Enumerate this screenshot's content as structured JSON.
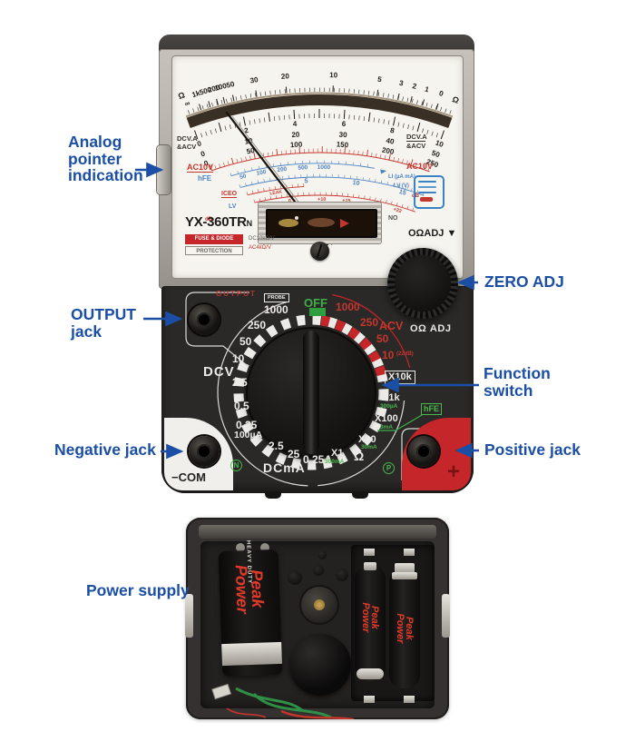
{
  "annotations": {
    "analog_pointer": "Analog\npointer\nindication",
    "output_jack": "OUTPUT\njack",
    "negative_jack": "Negative jack",
    "zero_adj": "ZERO ADJ",
    "function_switch": "Function\nswitch",
    "positive_jack": "Positive jack",
    "power_supply": "Power supply",
    "color": "#1b4fa5"
  },
  "meter": {
    "model": "YX-360TR",
    "model_suffix": "N",
    "badge": {
      "line1": "FUSE & DIODE",
      "line2": "PROTECTION"
    },
    "specs": {
      "dc": "DC10kΩ/V",
      "ac": "AC4kΩ/V"
    },
    "no_label": "NO",
    "ohm_adj_pointer": "OΩADJ",
    "dial": {
      "ohm_labels": [
        "1k",
        "500",
        "200",
        "100",
        "50",
        "30",
        "20",
        "10",
        "5",
        "3",
        "2",
        "1",
        "0"
      ],
      "ohm_unit": "Ω",
      "infinity": "∞",
      "dcv_rows": [
        [
          "0",
          "2",
          "4",
          "6",
          "8",
          "10"
        ],
        [
          "0",
          "10",
          "20",
          "30",
          "40",
          "50"
        ],
        [
          "0",
          "50",
          "100",
          "150",
          "200",
          "250"
        ]
      ],
      "hfe_values": [
        "50",
        "100",
        "200",
        "500",
        "1000"
      ],
      "lv_values": [
        "5",
        "10",
        "15"
      ],
      "leak": "LEAK",
      "db_values": [
        "-10",
        "0",
        "+10",
        "+15",
        "+20",
        "+22"
      ],
      "left": {
        "dcva": "DCV.A",
        "acv": "&ACV",
        "ac10v": "AC10V",
        "hfe": "hFE",
        "iceo": "ICEO",
        "lv": "LV",
        "db": "dB"
      },
      "right": {
        "dcva": "DCV.A",
        "acv": "&ACV",
        "ac10v": "AC10V",
        "li": "LI (µA mA)",
        "lv": "LV (V)",
        "db": "dB"
      }
    },
    "panel": {
      "output": "OUTPUT",
      "probe": "PROBE",
      "off": "OFF",
      "dcv_label": "DCV",
      "dcv_ranges": [
        "1000",
        "250",
        "50",
        "10",
        "2.5",
        "0.5",
        "0.25"
      ],
      "dcv_micro": "100µA",
      "dcma_label": "DCmA",
      "dcma_ranges": [
        "2.5",
        "25",
        "0.25A"
      ],
      "acv_label": "ACV",
      "acv_ranges": [
        "1000",
        "250",
        "50",
        "10"
      ],
      "acv_db": "(22dB)",
      "ohm_adj": "OΩ ADJ",
      "ohm_unit": "Ω",
      "ohm_ranges": [
        "X10k",
        "X1k",
        "X100",
        "X10",
        "X1"
      ],
      "ohm_currents": [
        "300µA",
        "3mA",
        "30mA",
        "300mA"
      ],
      "hfe": "hFE",
      "n": "N",
      "p": "P",
      "com": "−COM",
      "plus": "+"
    }
  },
  "battery": {
    "brand": "Peak\nPower",
    "grade": "HEAVY DUTY"
  }
}
